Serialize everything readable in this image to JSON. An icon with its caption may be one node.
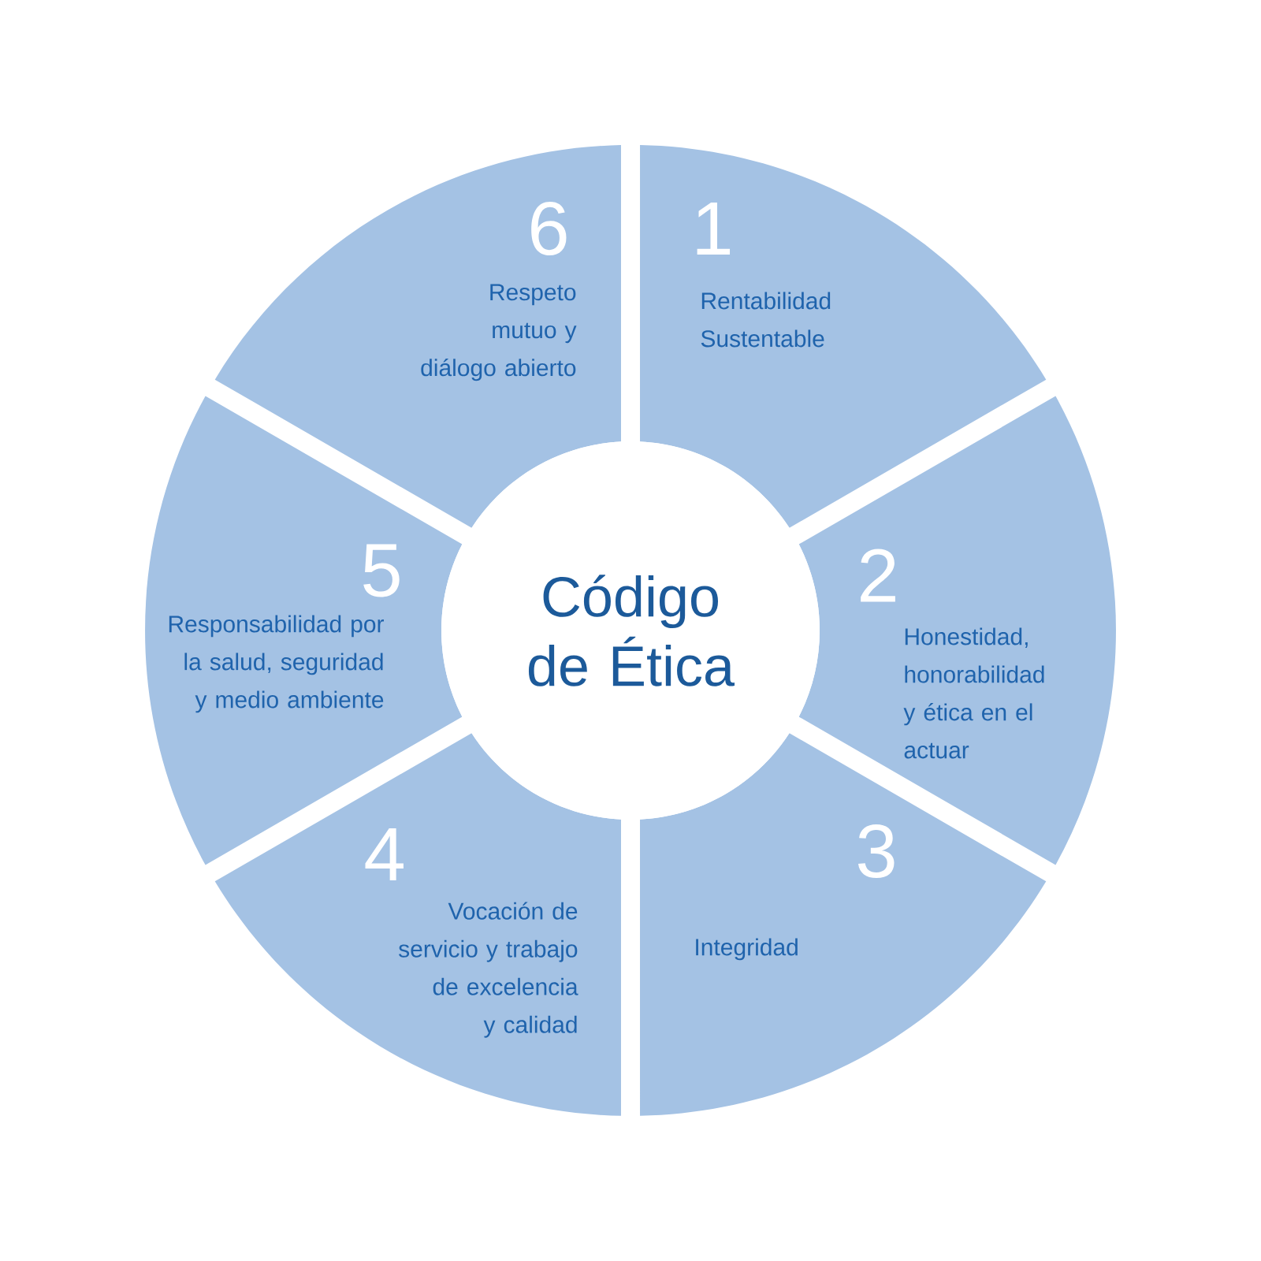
{
  "diagram": {
    "nodes": [
      {
        "text": [
          "Código de Ética"
        ]
      },
      {
        "text": [
          "1",
          "Rentabilidad Sustentable"
        ]
      },
      {
        "text": [
          "2",
          "Honestidad, honorabilidad y ética en el actuar"
        ]
      },
      {
        "text": [
          "3",
          "Integridad"
        ]
      },
      {
        "text": [
          "4",
          "Vocación de servicio y trabajo de excelencia y calidad"
        ]
      },
      {
        "text": [
          "5",
          "Responsabilidad por la salud, seguridad y medio ambiente"
        ]
      },
      {
        "text": [
          "6",
          "Respeto mutuo y diálogo abierto"
        ]
      }
    ]
  }
}
